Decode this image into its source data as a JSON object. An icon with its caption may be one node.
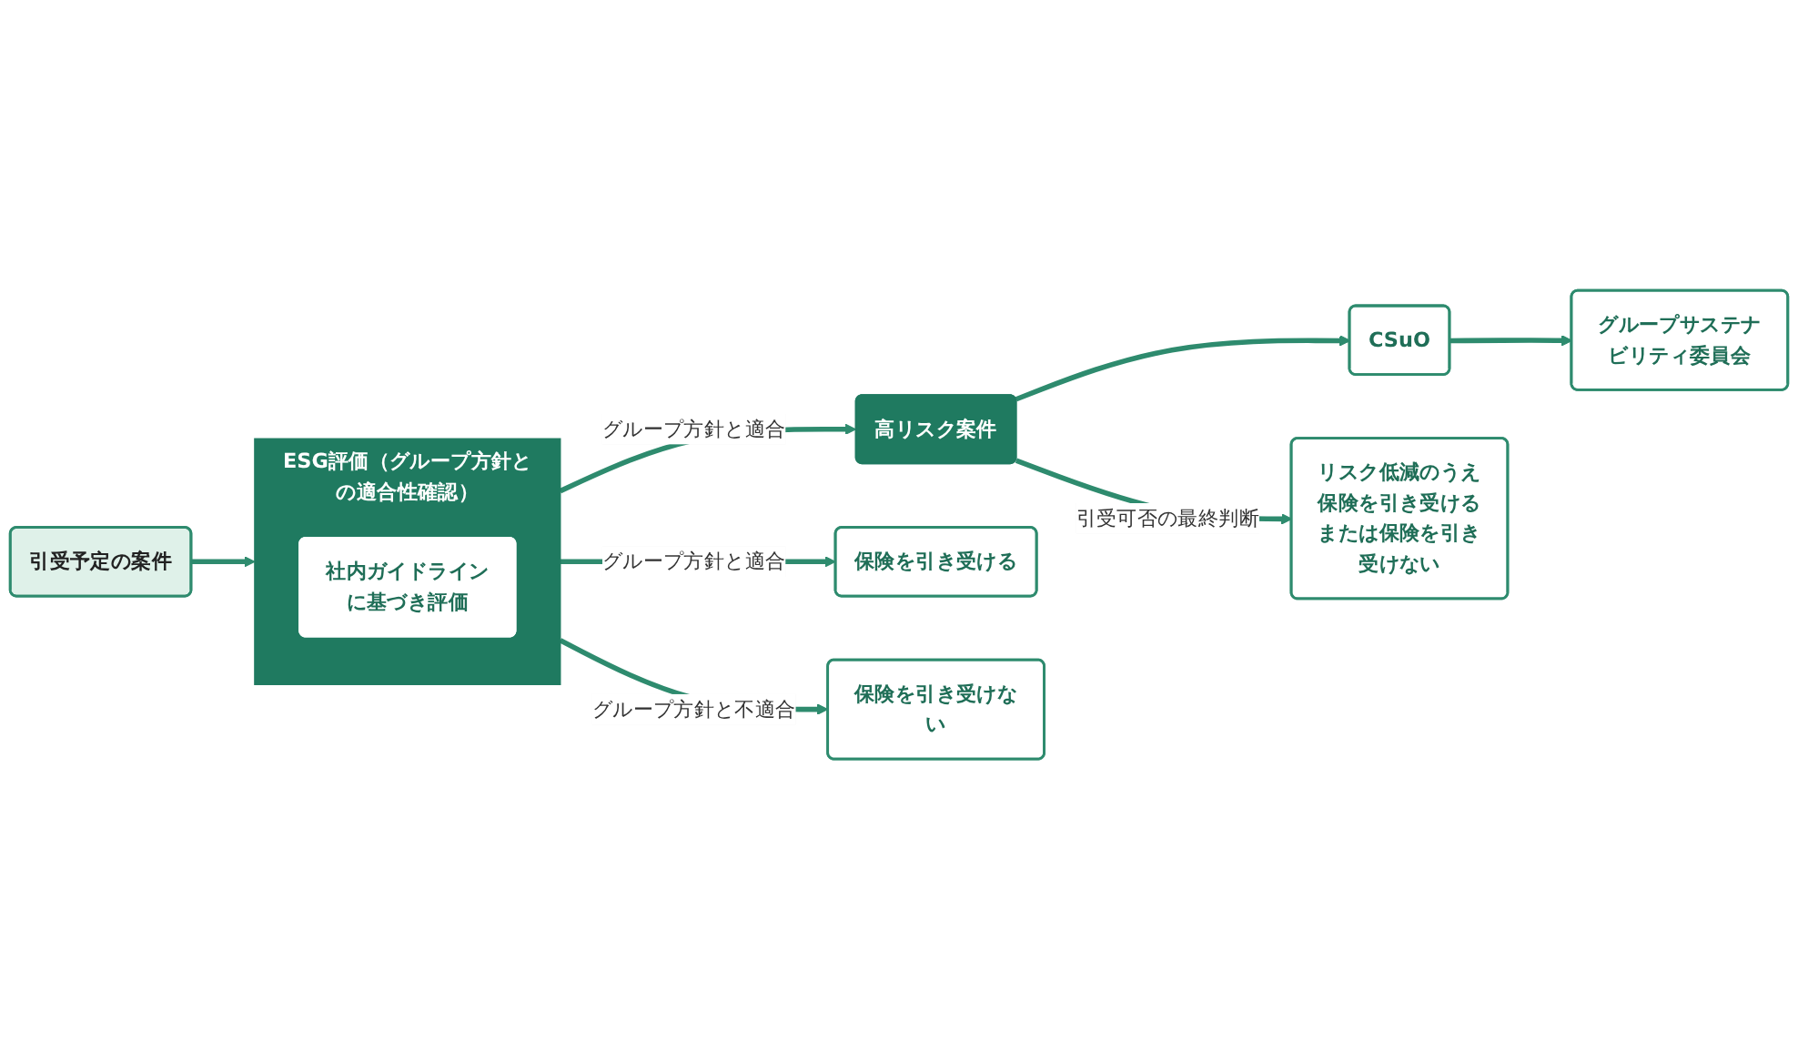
{
  "diagram": {
    "nodes": [
      {
        "text": [
          "グループサステナビリティ委員会"
        ]
      },
      {
        "text": [
          "CSuO"
        ]
      },
      {
        "text": [
          "引受予定の案件"
        ]
      },
      {
        "text": [
          "ESG評価（グループ方針との適合性確認）"
        ]
      },
      {
        "text": [
          "社内ガイドラインに基づき評価"
        ],
        "in": 3
      },
      {
        "text": [
          "高リスク案件"
        ]
      },
      {
        "text": [
          "リスク低減のうえ保険を引き受けるまたは保険を引き受けない"
        ]
      },
      {
        "text": [
          "保険を引き受ける"
        ]
      },
      {
        "text": [
          "保険を引き受けない"
        ]
      }
    ],
    "edges": [
      {
        "from": 2,
        "to": 3,
        "arrow": "to"
      },
      {
        "from": 3,
        "to": 5,
        "arrow": "to",
        "label": "グループ方針と適合"
      },
      {
        "from": 5,
        "to": 1,
        "arrow": "to"
      },
      {
        "from": 1,
        "to": 0,
        "arrow": "to"
      },
      {
        "from": 5,
        "to": 6,
        "arrow": "to",
        "label": "引受可否の最終判断"
      },
      {
        "from": 3,
        "to": 7,
        "arrow": "to",
        "label": "グループ方針と適合"
      },
      {
        "from": 3,
        "to": 8,
        "arrow": "to",
        "label": "グループ方針と不適合"
      }
    ]
  }
}
